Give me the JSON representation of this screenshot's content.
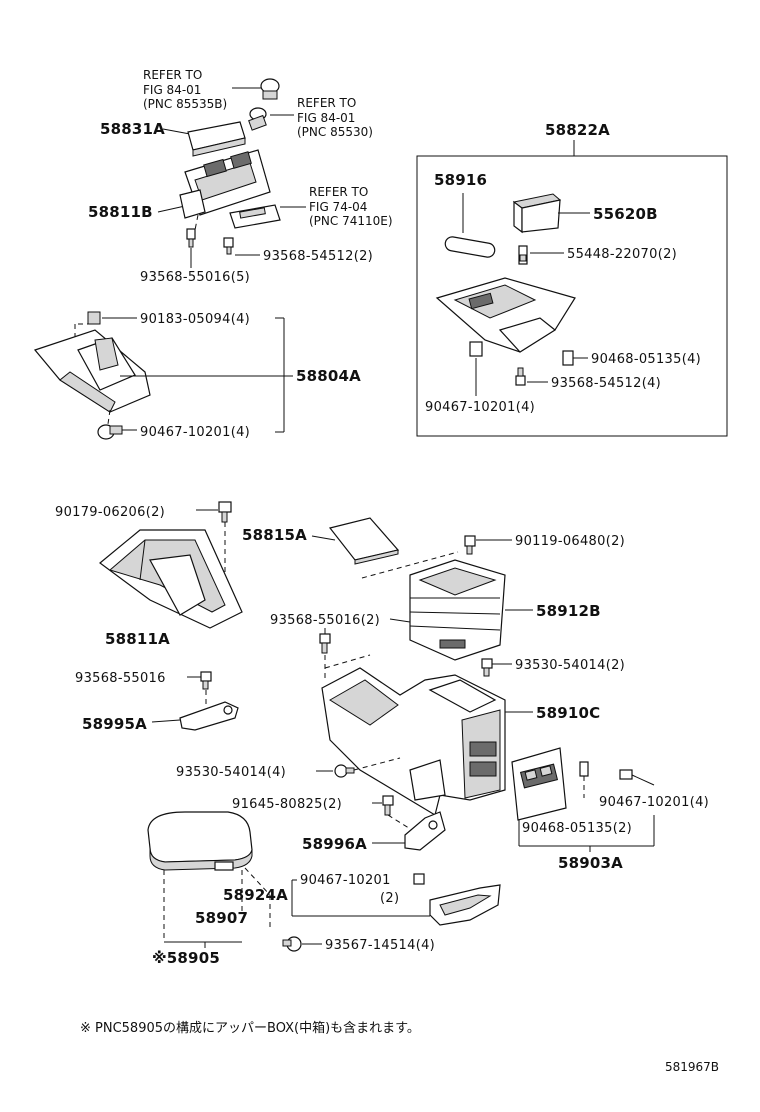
{
  "figure_code": "581967B",
  "footnote": "※ PNC58905の構成にアッパーBOX(中箱)も含まれます。",
  "references": [
    {
      "line1": "REFER TO",
      "line2": "FIG 84-01",
      "line3": "(PNC 85535B)"
    },
    {
      "line1": "REFER TO",
      "line2": "FIG 84-01",
      "line3": "(PNC 85530)"
    },
    {
      "line1": "REFER TO",
      "line2": "FIG 74-04",
      "line3": "(PNC 74110E)"
    }
  ],
  "pnc_labels": {
    "p58831A": "58831A",
    "p58811B": "58811B",
    "p58822A": "58822A",
    "p58916": "58916",
    "p55620B": "55620B",
    "p58804A": "58804A",
    "p58815A": "58815A",
    "p58811A": "58811A",
    "p58912B": "58912B",
    "p58995A": "58995A",
    "p58910C": "58910C",
    "p58996A": "58996A",
    "p58903A": "58903A",
    "p58924A": "58924A",
    "p58907": "58907",
    "p58905": "※58905"
  },
  "part_numbers": {
    "n93568_54512_2": "93568-54512(2)",
    "n93568_55016_5": "93568-55016(5)",
    "n55448_22070_2": "55448-22070(2)",
    "n90183_05094_4": "90183-05094(4)",
    "n90468_05135_4": "90468-05135(4)",
    "n93568_54512_4": "93568-54512(4)",
    "n90467_10201_4a": "90467-10201(4)",
    "n90467_10201_4b": "90467-10201(4)",
    "n90179_06206_2": "90179-06206(2)",
    "n90119_06480_2": "90119-06480(2)",
    "n93568_55016_2": "93568-55016(2)",
    "n93568_55016": "93568-55016",
    "n93530_54014_2": "93530-54014(2)",
    "n93530_54014_4": "93530-54014(4)",
    "n91645_80825_2": "91645-80825(2)",
    "n90467_10201_4c": "90467-10201(4)",
    "n90468_05135_2": "90468-05135(2)",
    "n90467_10201_2": "90467-10201",
    "n90467_10201_2q": "(2)",
    "n93567_14514_4": "93567-14514(4)"
  }
}
